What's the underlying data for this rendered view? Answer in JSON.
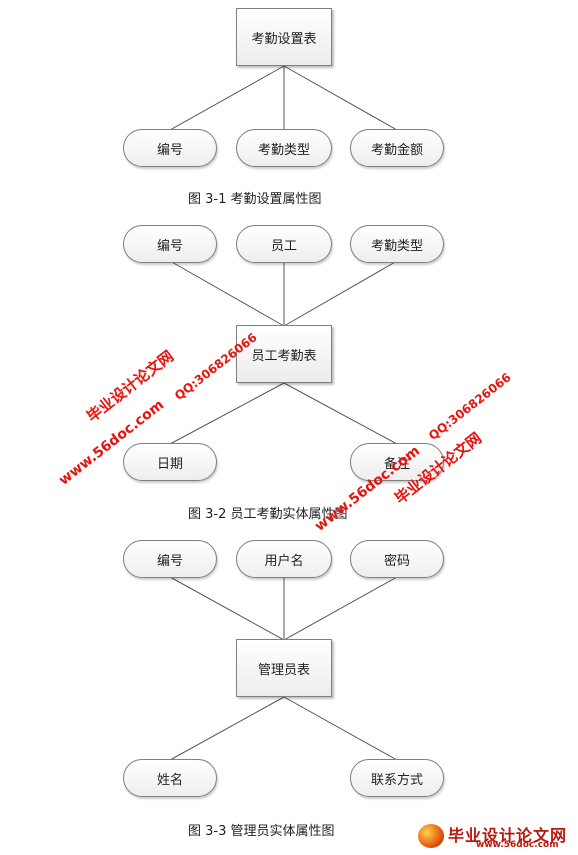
{
  "diagram1": {
    "entity": "考勤设置表",
    "attributes": [
      "编号",
      "考勤类型",
      "考勤金额"
    ],
    "caption": "图 3-1 考勤设置属性图"
  },
  "diagram2": {
    "entity": "员工考勤表",
    "attributes_top": [
      "编号",
      "员工",
      "考勤类型"
    ],
    "attributes_bottom": [
      "日期",
      "备注"
    ],
    "caption": "图 3-2 员工考勤实体属性图"
  },
  "diagram3": {
    "entity": "管理员表",
    "attributes_top": [
      "编号",
      "用户名",
      "密码"
    ],
    "attributes_bottom": [
      "姓名",
      "联系方式"
    ],
    "caption": "图 3-3 管理员实体属性图"
  },
  "watermarks": {
    "site_cn": "毕业设计论文网",
    "site_url": "www.56doc.com",
    "qq": "QQ:306826066"
  },
  "logo": {
    "title": "毕业设计论文网",
    "url": "www.56doc.com"
  },
  "colors": {
    "line": "#555555",
    "watermark": "#e8130e",
    "logo": "#b8180c"
  }
}
